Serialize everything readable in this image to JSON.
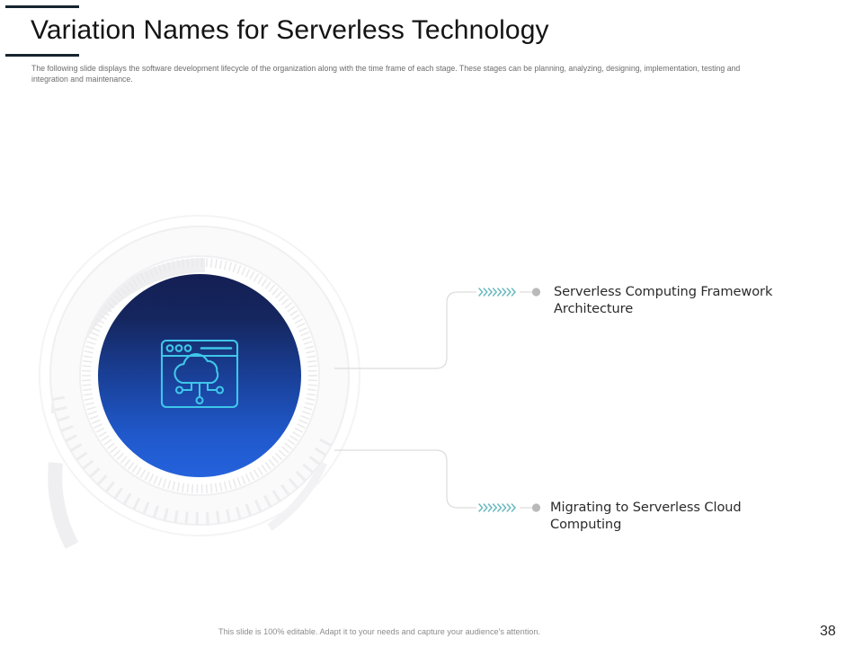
{
  "header": {
    "title": "Variation Names for Serverless Technology",
    "subtitle": "The following slide displays the software development lifecycle of the organization along with the time frame of each stage. These stages can be planning, analyzing, designing, implementation, testing and integration and maintenance.",
    "rule_color": "#16242e"
  },
  "graphic": {
    "center_icon": "cloud-browser-window-icon",
    "icon_color": "#3fc6ea",
    "circle_gradient_top": "#15255f",
    "circle_gradient_bottom": "#2160d8",
    "ring_color": "#ededef",
    "connector_color": "#d8d8d8",
    "chevron_color": "#5fb8bd",
    "node_dot_color": "#b5b5b5",
    "chevron_glyph": "›",
    "chevron_count": 8
  },
  "items": [
    {
      "label": "Serverless Computing Framework\nArchitecture"
    },
    {
      "label": "Migrating to Serverless Cloud\nComputing"
    }
  ],
  "footer": {
    "note": "This slide is 100% editable. Adapt it to your needs and capture your audience's attention.",
    "page_number": "38"
  }
}
